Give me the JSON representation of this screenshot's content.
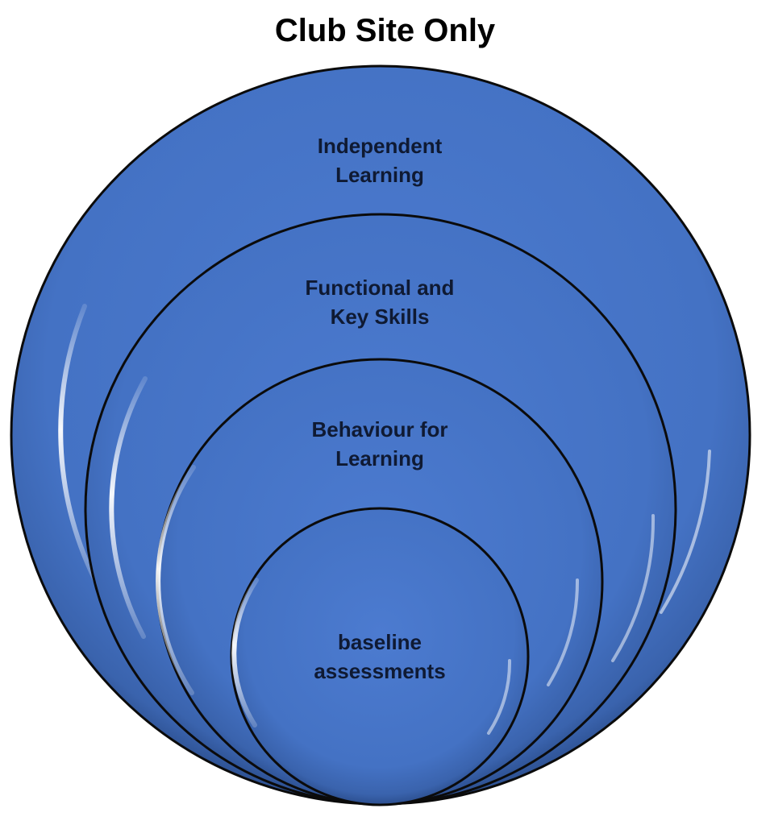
{
  "diagram": {
    "title": "Club Site Only",
    "fill_color": "#4472c4",
    "outline_color": "#0b0b0b",
    "highlight_color": "#ffffff",
    "text_color": "#0f1a33",
    "rings": [
      {
        "line1": "Independent",
        "line2": "Learning"
      },
      {
        "line1": "Functional and",
        "line2": "Key Skills"
      },
      {
        "line1": "Behaviour for",
        "line2": "Learning"
      },
      {
        "line1": "baseline",
        "line2": "assessments"
      }
    ]
  }
}
